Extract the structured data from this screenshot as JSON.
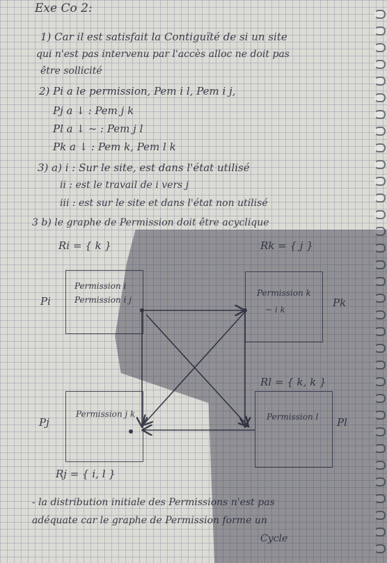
{
  "header": {
    "title": "Exe Co 2:"
  },
  "q1": {
    "l1": "1) Car il est satisfait la Contiguïté de si un site",
    "l2": "qui n'est pas intervenu par l'accès alloc ne doit pas",
    "l3": "être sollicité"
  },
  "q2": {
    "l1": "2) Pi a le permission, Pem i l, Pem i j,",
    "l2": "Pj a    ↓    :  Pem j k",
    "l3": "Pl a    ↓    ~   :  Pem j l",
    "l4": "Pk a    ↓    :  Pem k, Pem l k"
  },
  "q3a": {
    "l1": "3) a) i : Sur le site, est dans l'état utilisé",
    "l2": "ii : est le travail de i vers j",
    "l3": "iii : est sur le site et dans l'état non utilisé"
  },
  "q3b": {
    "l1": "3 b) le graphe de Permission doit être acyclique",
    "set_i": "Ri = { k }",
    "set_k": "Rk = { j }",
    "set_l": "Rl = { k, k }",
    "set_j": "Rj = { i, l }"
  },
  "boxes": {
    "pi": {
      "label": "Pi",
      "line1": "Permission i",
      "line2": "Permission i j"
    },
    "pk": {
      "label": "Pk",
      "line1": "Permission k",
      "line2": "~ i k"
    },
    "pj": {
      "label": "Pj",
      "line1": "Permission j k",
      "line2": ""
    },
    "pl": {
      "label": "Pl",
      "line1": "Permission l",
      "line2": ""
    }
  },
  "conclusion": {
    "l1": "- la distribution initiale des Permissions n'est pas",
    "l2": "adéquate car le graphe de Permission forme un",
    "l3": "Cycle"
  },
  "colors": {
    "ink": "#3a3d48",
    "paper": "#dcdcd6",
    "grid": "#78829a"
  }
}
